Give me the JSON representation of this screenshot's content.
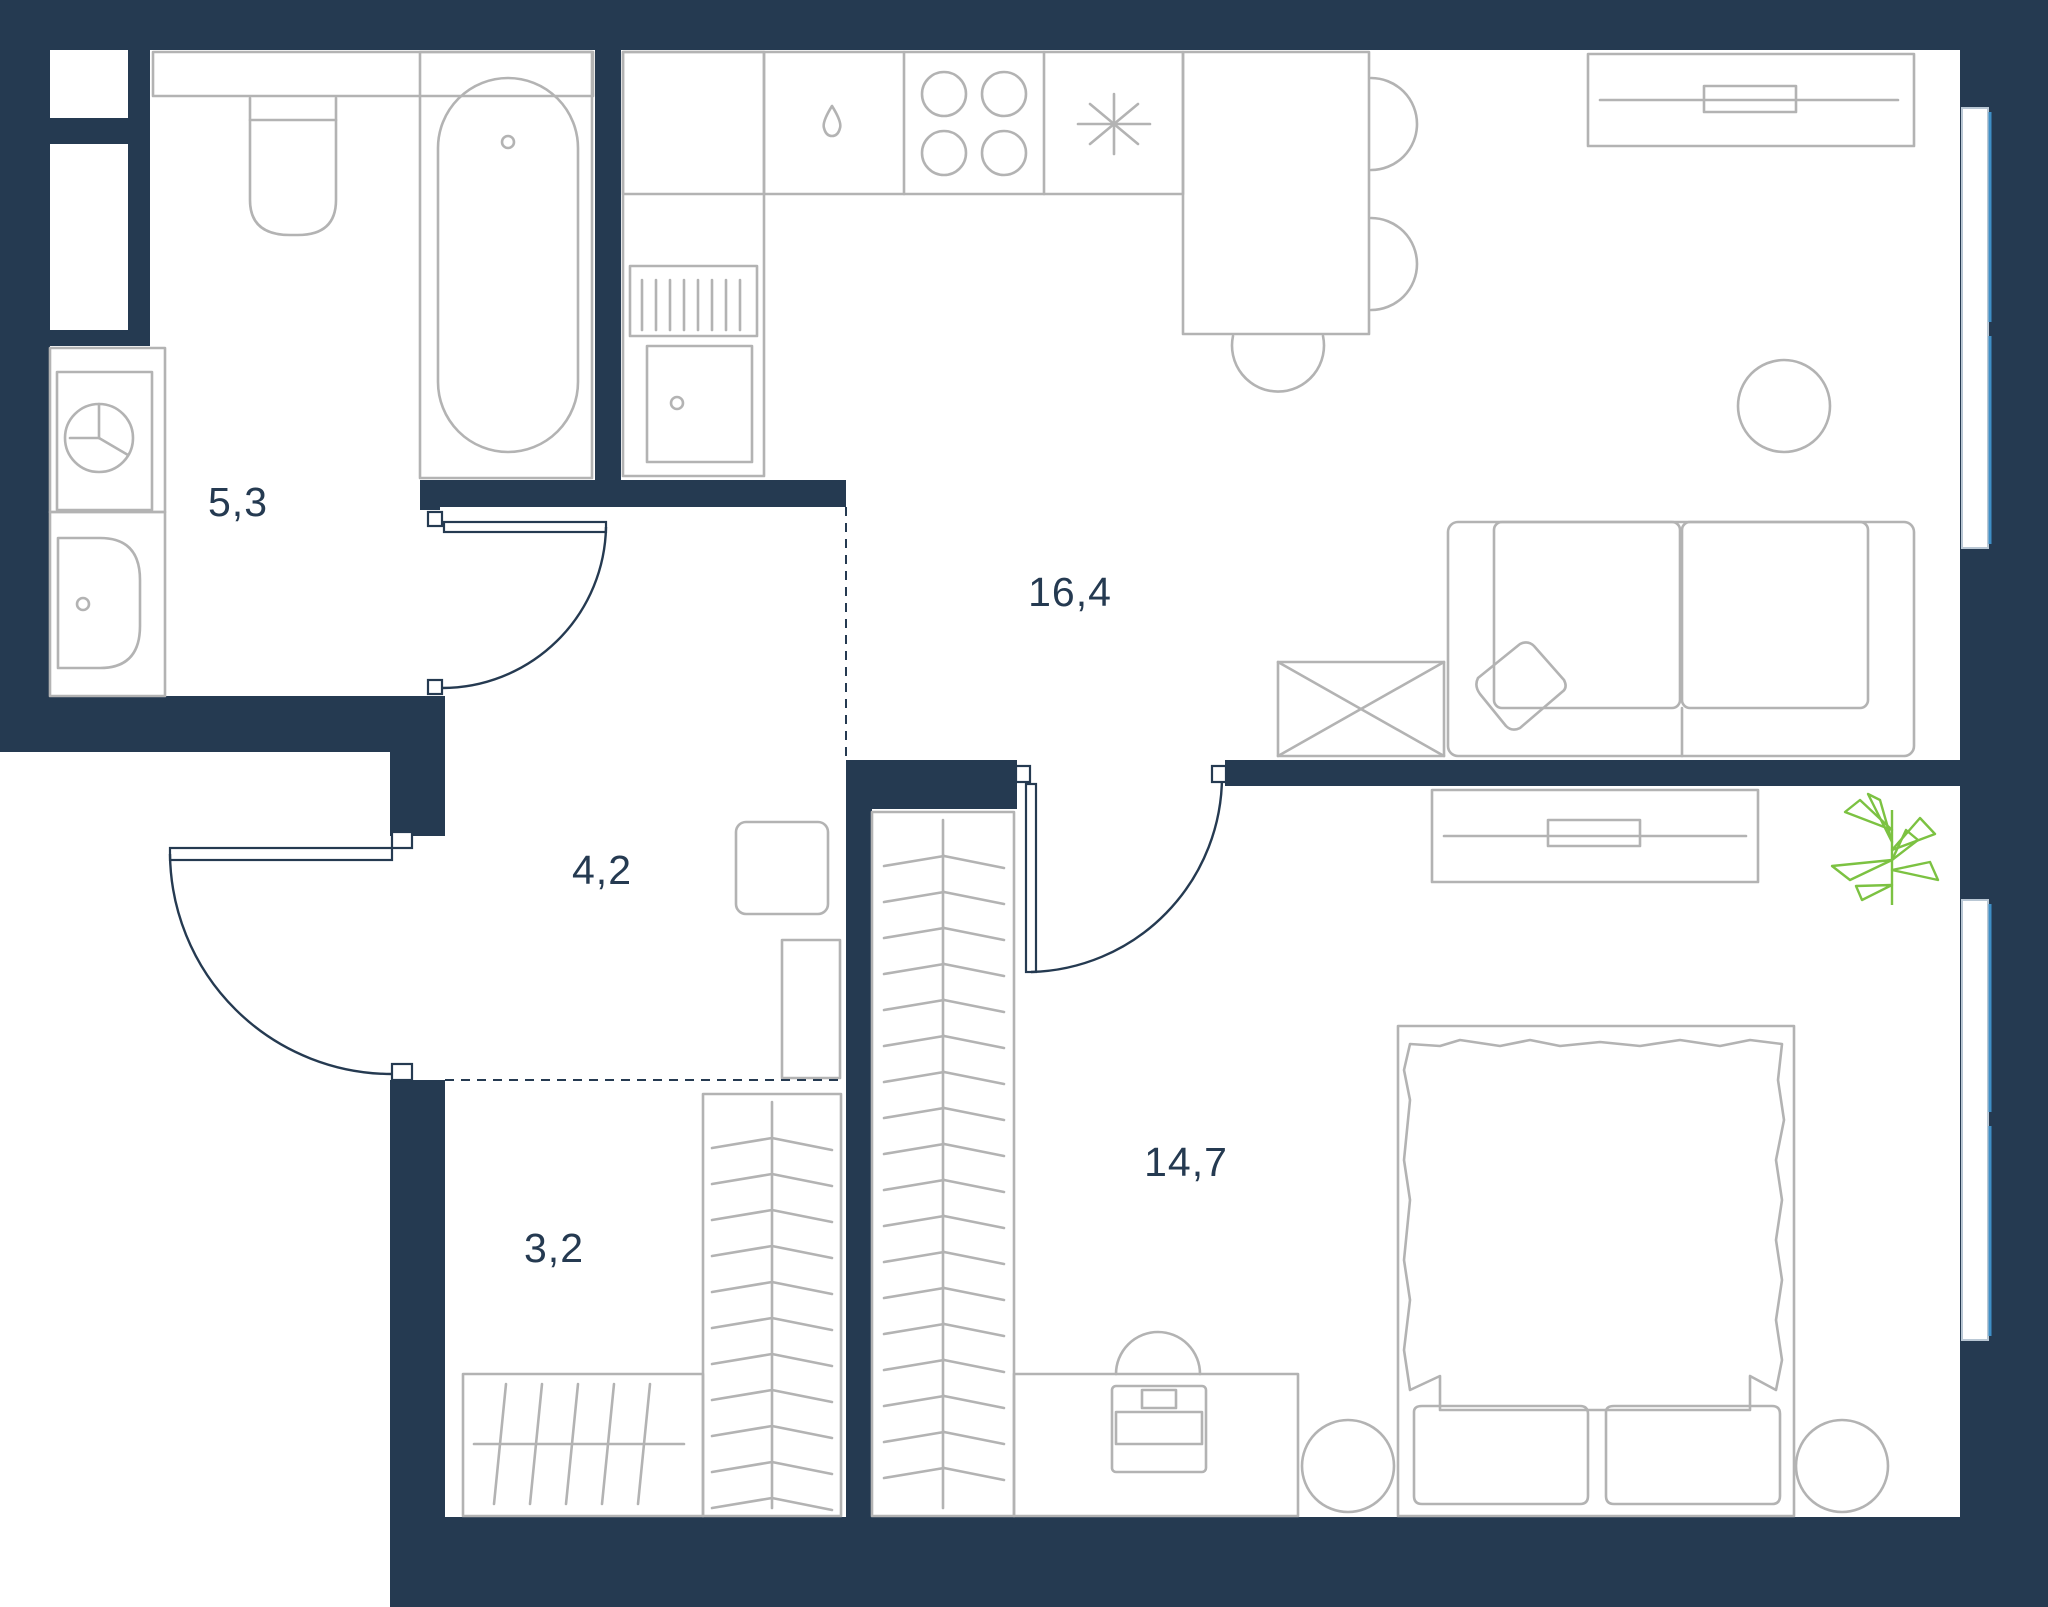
{
  "rooms": [
    {
      "name": "bathroom",
      "area": "5,3"
    },
    {
      "name": "living-kitchen",
      "area": "16,4"
    },
    {
      "name": "hallway",
      "area": "4,2"
    },
    {
      "name": "wardrobe",
      "area": "3,2"
    },
    {
      "name": "bedroom",
      "area": "14,7"
    }
  ],
  "colors": {
    "wall": "#253a51",
    "furniture_line": "#b3b3b3",
    "window_glass": "#3f8fc6",
    "plant": "#7cc242",
    "background": "#ffffff"
  }
}
